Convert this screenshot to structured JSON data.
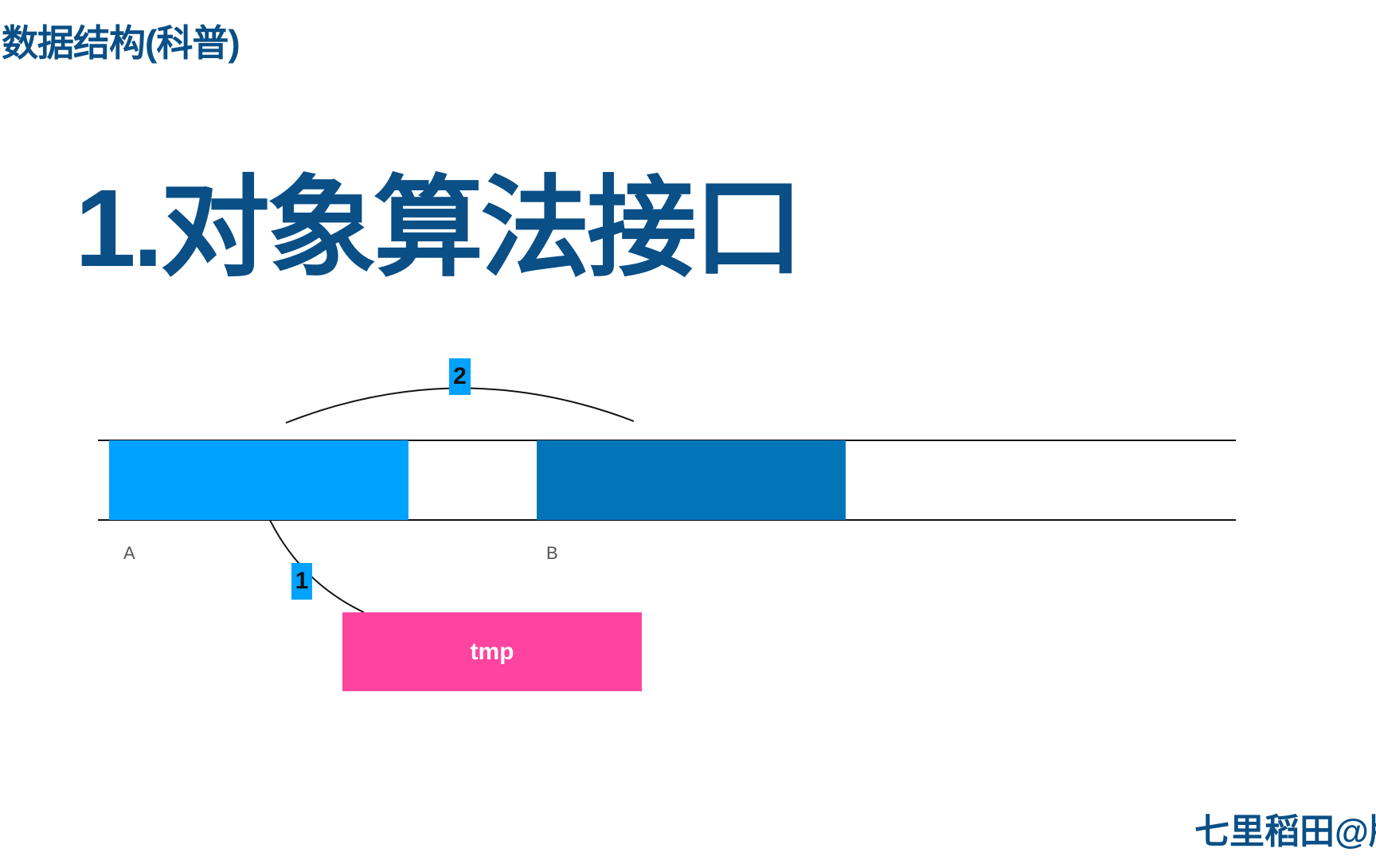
{
  "header": {
    "title": "数据结构(科普)"
  },
  "slide": {
    "title": "1.对象算法接口",
    "labels": {
      "a": "A",
      "b": "B"
    },
    "steps": {
      "one": "1",
      "two": "2"
    },
    "tmp_label": "tmp",
    "colors": {
      "block_a": "#00a2ff",
      "block_b": "#0275b8",
      "tmp": "#ff44a0",
      "title": "#0a4f86"
    }
  },
  "footer": {
    "author": "七里稻田@版"
  }
}
